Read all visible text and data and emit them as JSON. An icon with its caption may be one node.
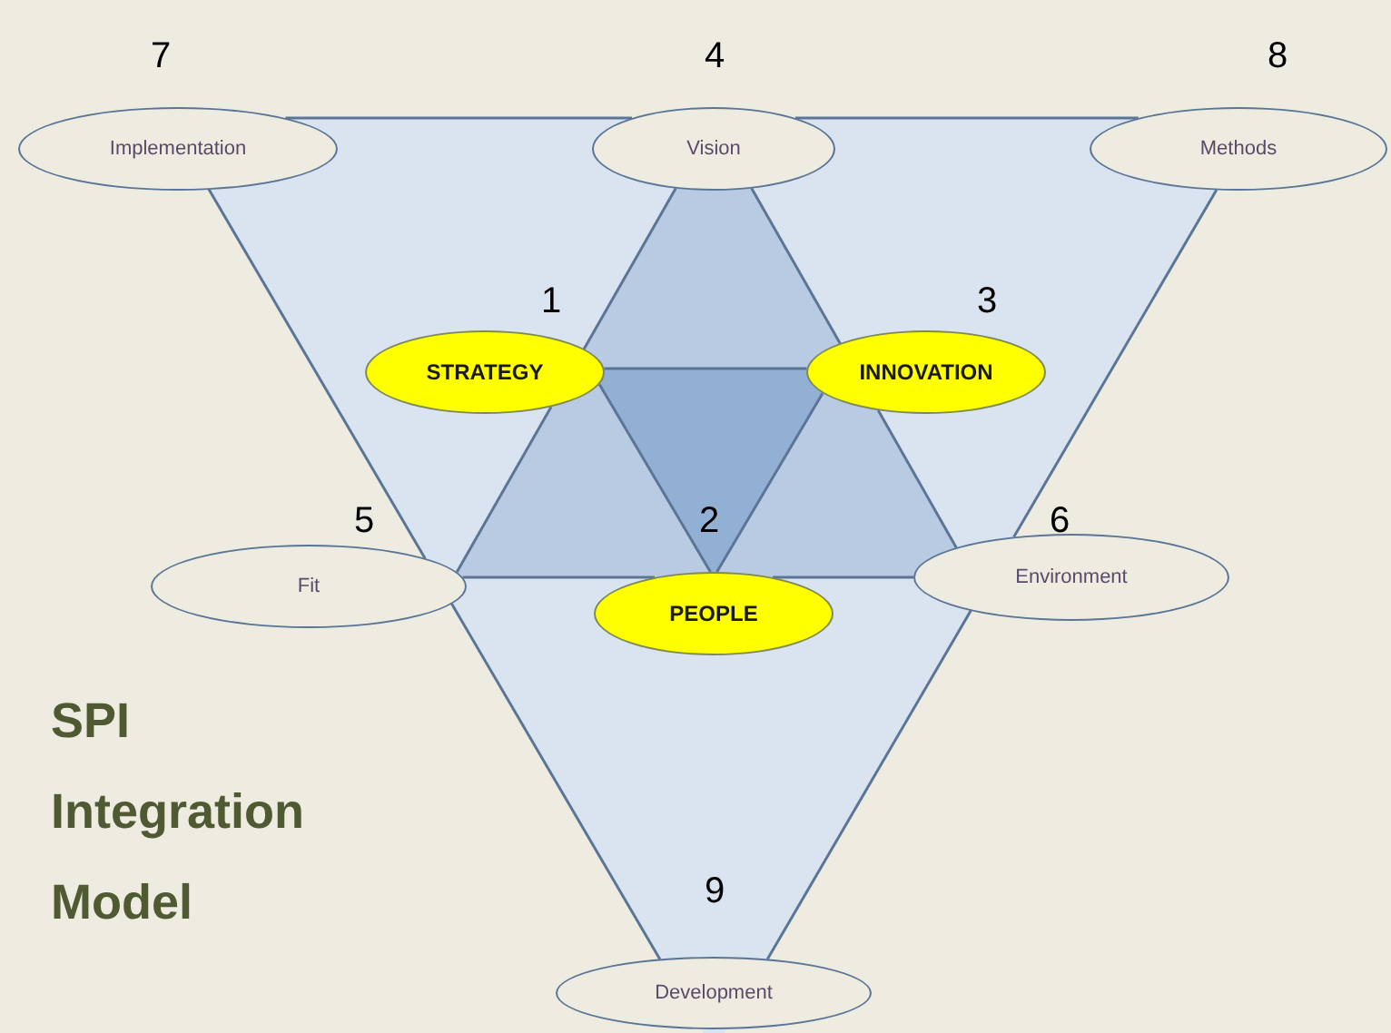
{
  "diagram": {
    "title": "SPI Integration Model",
    "nodes": [
      {
        "text": [
          "Implementation"
        ],
        "beside": [
          "7"
        ]
      },
      {
        "text": [
          "Vision"
        ],
        "beside": [
          "4"
        ]
      },
      {
        "text": [
          "Methods"
        ],
        "beside": [
          "8"
        ]
      },
      {
        "text": [
          "STRATEGY"
        ],
        "beside": [
          "1"
        ]
      },
      {
        "text": [
          "INNOVATION"
        ],
        "beside": [
          "3"
        ]
      },
      {
        "text": [
          "Fit"
        ],
        "beside": [
          "5"
        ]
      },
      {
        "text": [
          "PEOPLE"
        ],
        "beside": [
          "2"
        ]
      },
      {
        "text": [
          "Environment"
        ],
        "beside": [
          "6"
        ]
      },
      {
        "text": [
          "Development"
        ],
        "beside": [
          "9"
        ]
      }
    ],
    "edges": [
      {
        "from": 0,
        "to": 1,
        "arrow": "none"
      },
      {
        "from": 1,
        "to": 2,
        "arrow": "none"
      },
      {
        "from": 0,
        "to": 5,
        "arrow": "none"
      },
      {
        "from": 5,
        "to": 8,
        "arrow": "none"
      },
      {
        "from": 2,
        "to": 7,
        "arrow": "none"
      },
      {
        "from": 7,
        "to": 8,
        "arrow": "none"
      },
      {
        "from": 1,
        "to": 3,
        "arrow": "none"
      },
      {
        "from": 3,
        "to": 5,
        "arrow": "none"
      },
      {
        "from": 1,
        "to": 4,
        "arrow": "none"
      },
      {
        "from": 4,
        "to": 7,
        "arrow": "none"
      },
      {
        "from": 5,
        "to": 6,
        "arrow": "none"
      },
      {
        "from": 6,
        "to": 7,
        "arrow": "none"
      },
      {
        "from": 3,
        "to": 4,
        "arrow": "none"
      },
      {
        "from": 3,
        "to": 6,
        "arrow": "none"
      },
      {
        "from": 4,
        "to": 6,
        "arrow": "none"
      }
    ]
  }
}
